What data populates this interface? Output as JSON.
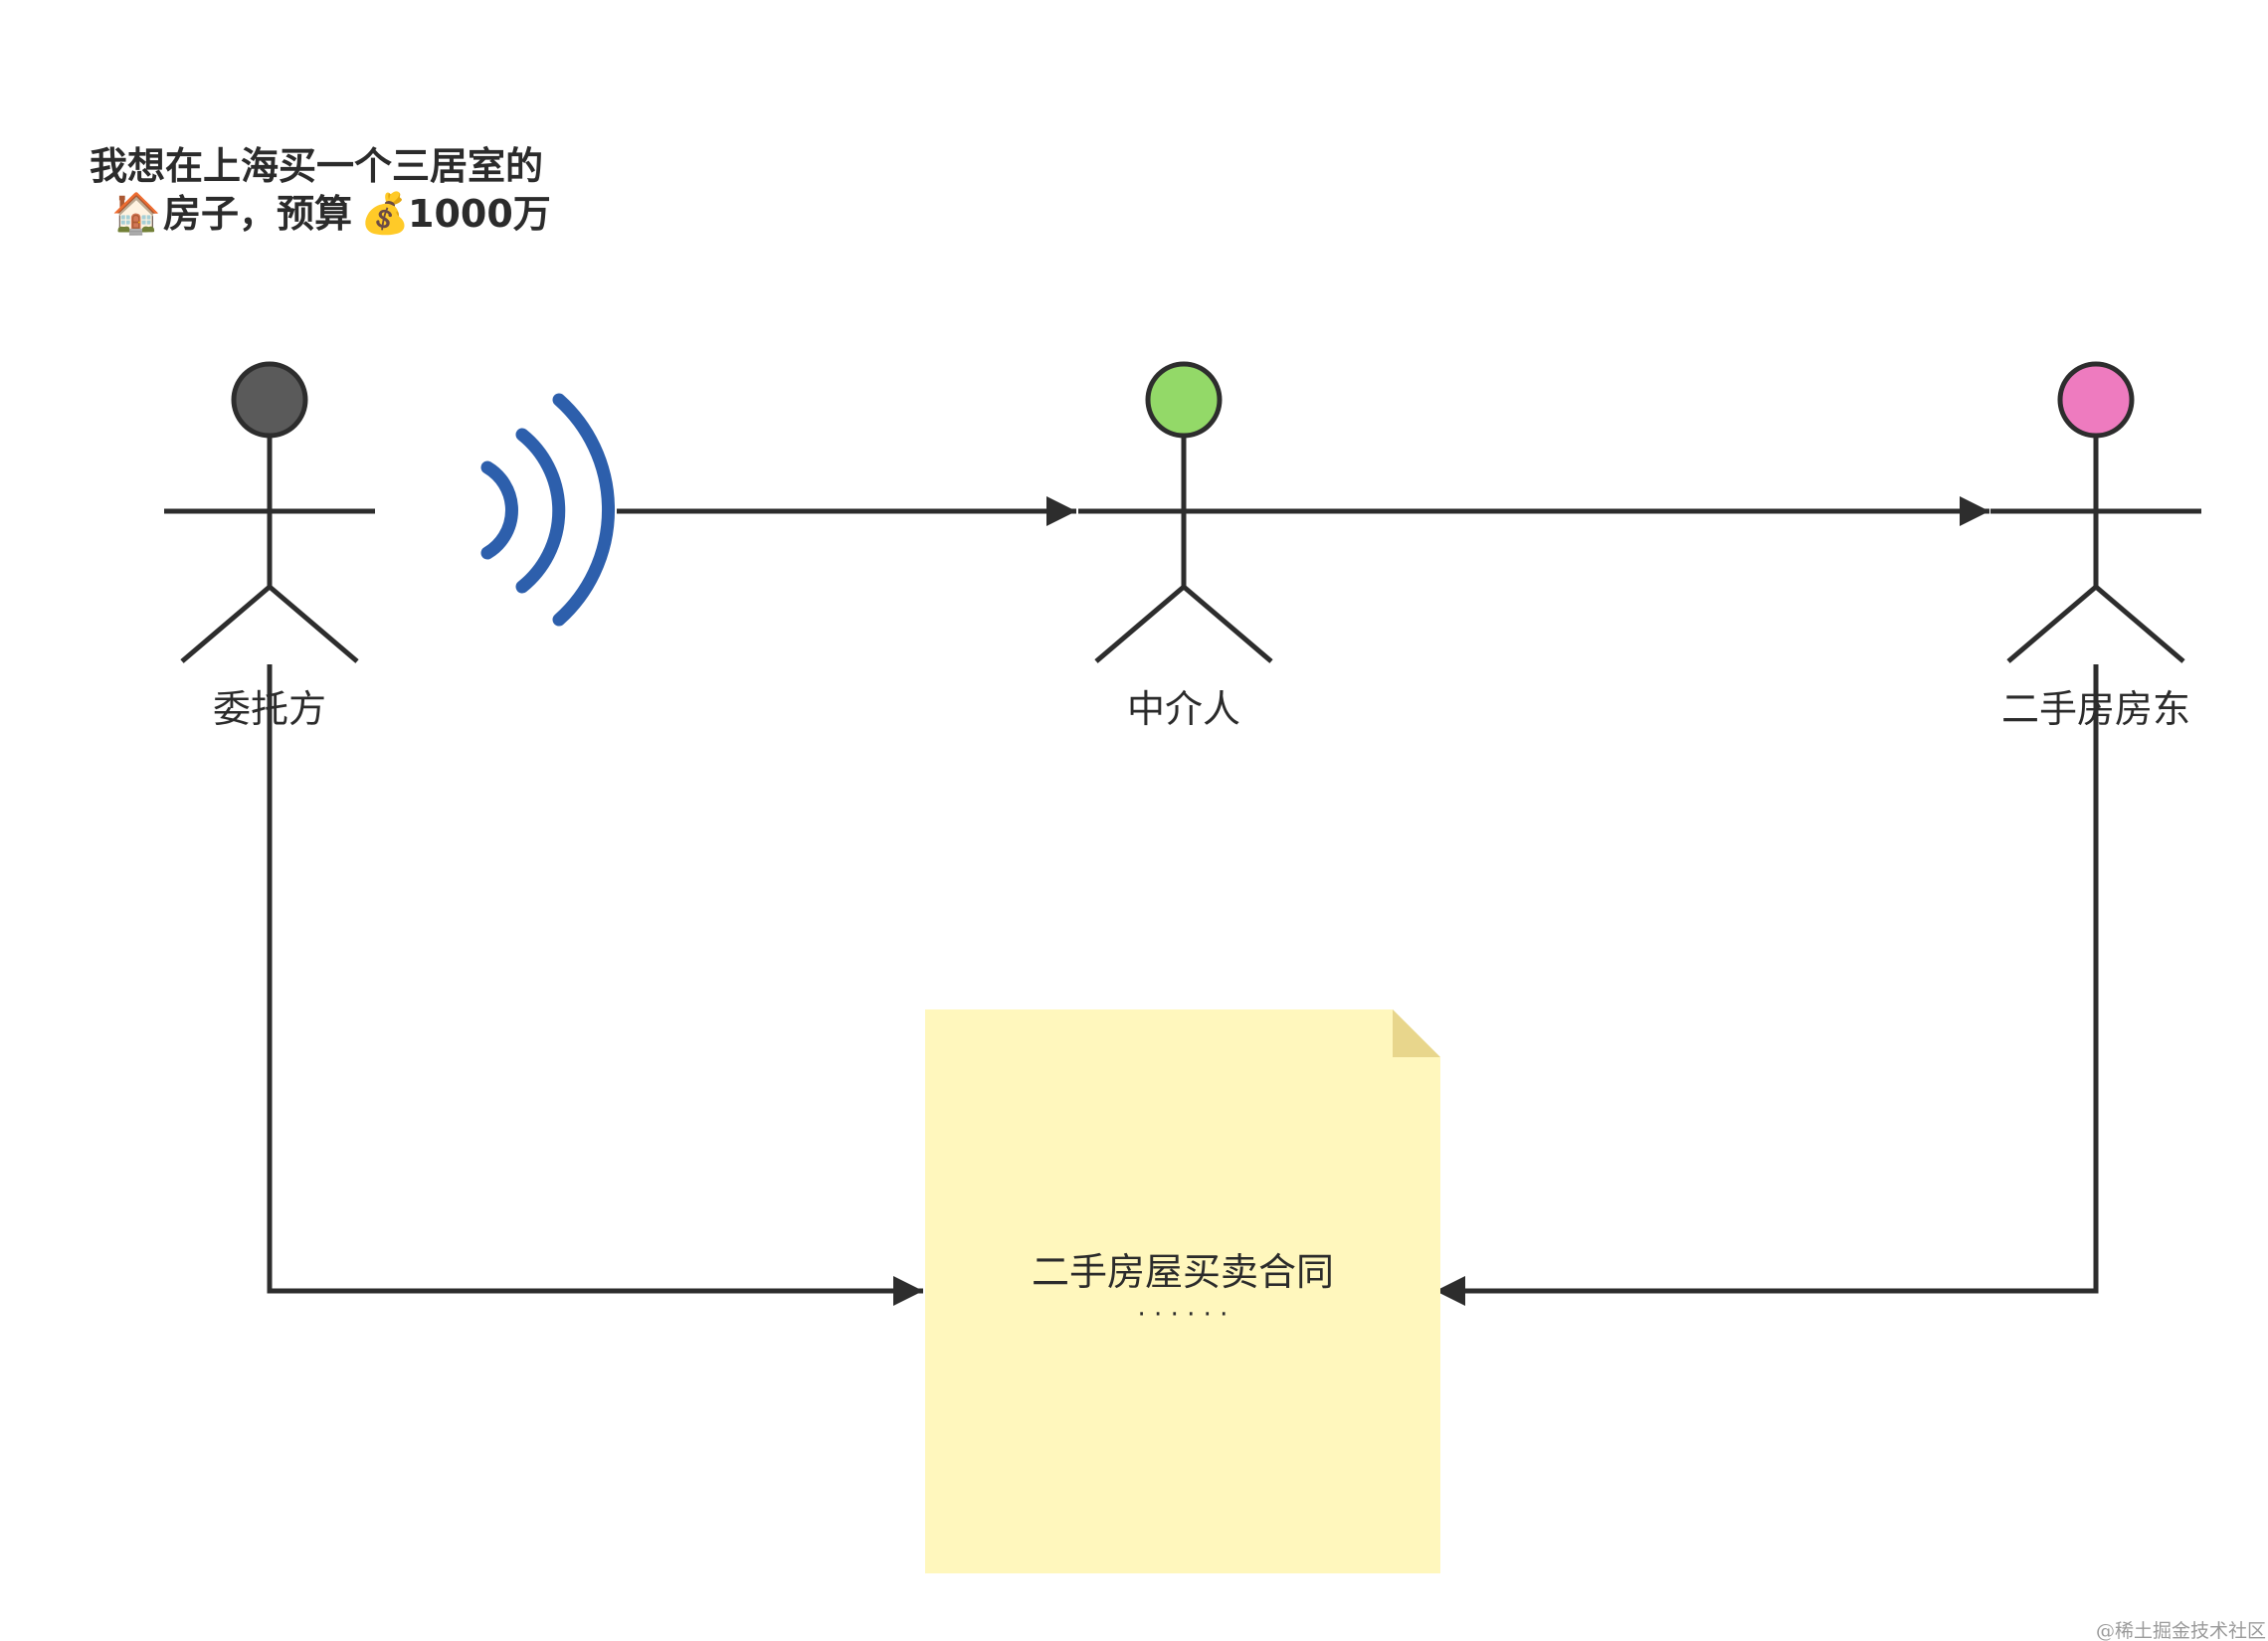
{
  "title": {
    "line1": "我想在上海买一个三居室的",
    "line2_house_icon": "🏠",
    "line2_text_a": "房子，预算",
    "line2_money_icon": "💰",
    "line2_text_b": "1000万"
  },
  "actors": {
    "client": {
      "label": "委托方",
      "head_color": "#5a5a5a"
    },
    "agent": {
      "label": "中介人",
      "head_color": "#93d968"
    },
    "landlord": {
      "label": "二手房房东",
      "head_color": "#ee7bbf"
    }
  },
  "note": {
    "line1": "二手房屋买卖合同",
    "line2": "· · · · · ·",
    "fill_color": "#fff7bd",
    "fold_color": "#e8d68c"
  },
  "signal_icon": {
    "name": "wireless-signal-icon",
    "color": "#2d5fac"
  },
  "line_color": "#2d2d2d",
  "watermark": "@稀土掘金技术社区"
}
